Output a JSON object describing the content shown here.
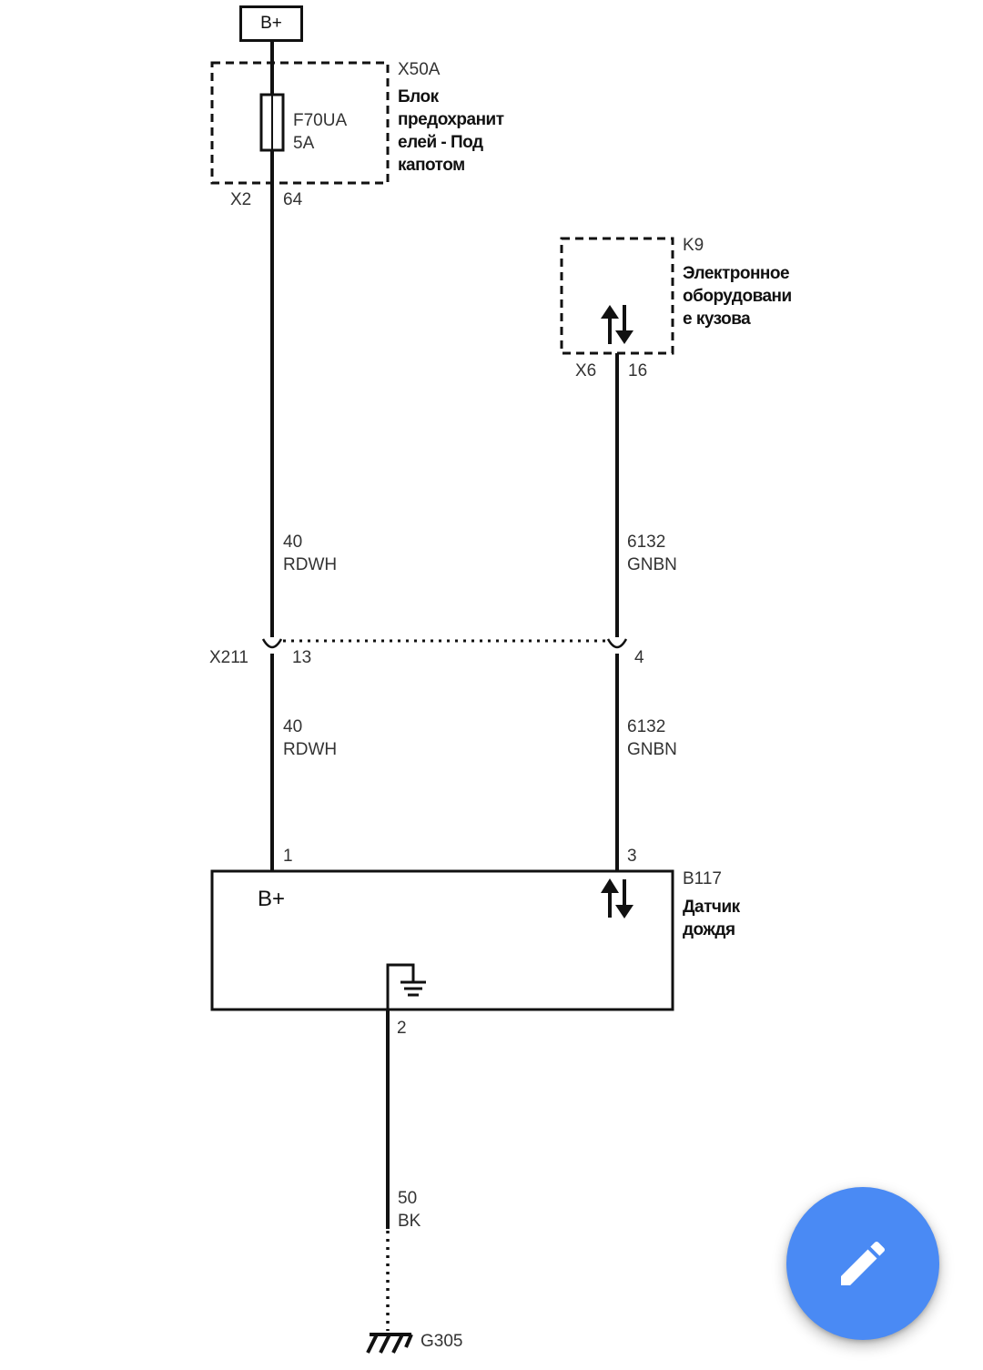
{
  "supply": {
    "label": "B+"
  },
  "fuse_block": {
    "connector": "X50A",
    "name": "Блок\nпредохранит\nелей - Под\nкапотом",
    "fuse_id": "F70UA",
    "fuse_rating": "5A",
    "conn_out": "X2",
    "pin_out": "64"
  },
  "module": {
    "id": "K9",
    "name": "Электронное\nоборудовани\nе кузова",
    "conn": "X6",
    "pin": "16",
    "icon": "bidirectional-arrows-icon"
  },
  "wires": {
    "left_upper": {
      "circuit": "40",
      "color": "RDWH"
    },
    "right_upper": {
      "circuit": "6132",
      "color": "GNBN"
    },
    "left_lower": {
      "circuit": "40",
      "color": "RDWH"
    },
    "right_lower": {
      "circuit": "6132",
      "color": "GNBN"
    },
    "ground": {
      "circuit": "50",
      "color": "BK"
    }
  },
  "inline_connector": {
    "id": "X211",
    "pin_left": "13",
    "pin_right": "4"
  },
  "sensor": {
    "id": "B117",
    "name": "Датчик\nдождя",
    "pin_power": "1",
    "pin_data": "3",
    "pin_ground": "2",
    "power_label": "B+",
    "ground_icon": "chassis-ground-icon",
    "data_icon": "bidirectional-arrows-icon"
  },
  "ground_point": {
    "id": "G305",
    "icon": "ground-symbol-icon"
  },
  "edit_button": {
    "icon": "pencil-icon",
    "color": "#4a8af4"
  }
}
